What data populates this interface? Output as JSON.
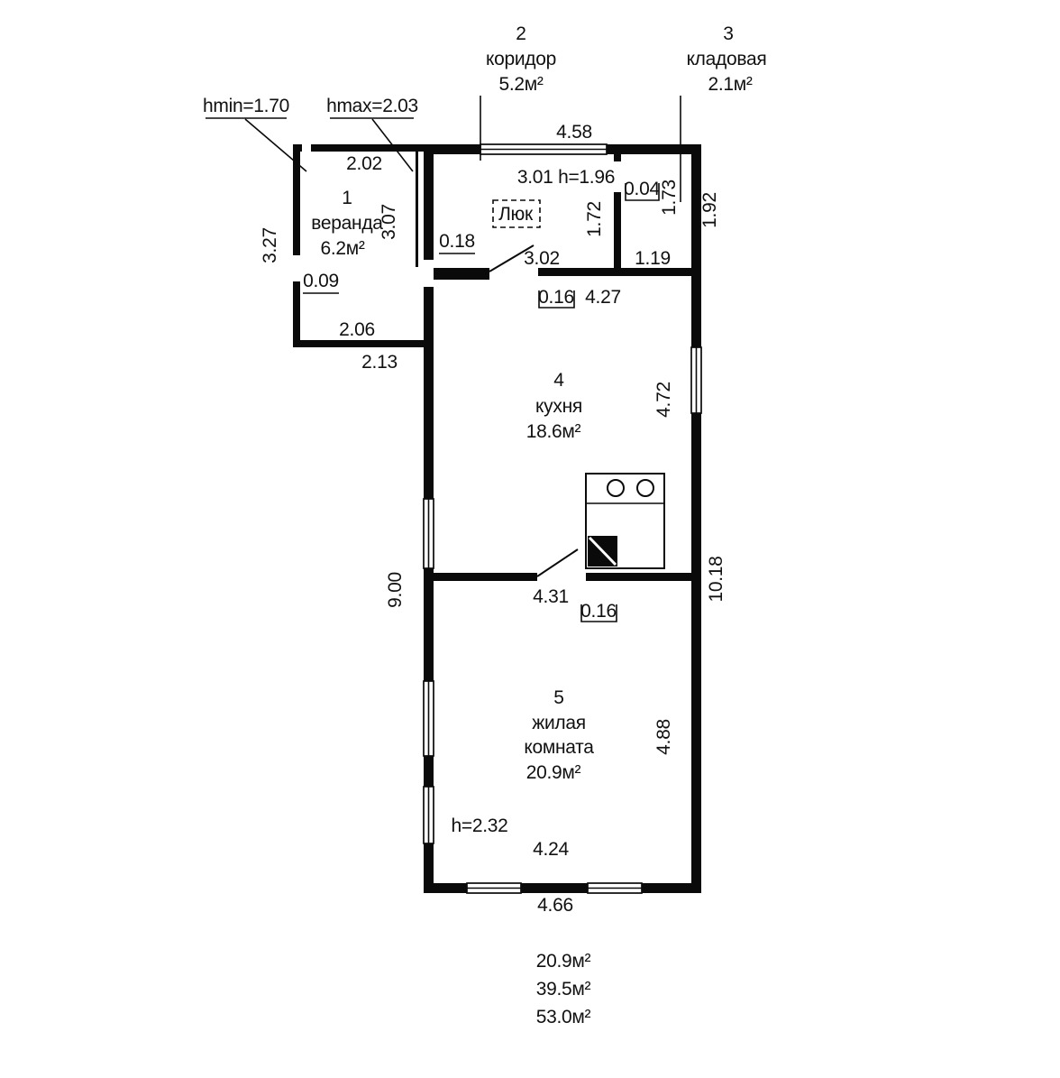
{
  "drawing": {
    "type": "floor-plan",
    "line_color": "#0a0a0a",
    "background": "#ffffff"
  },
  "rooms": {
    "veranda": {
      "num": "1",
      "name": "веранда",
      "area": "6.2м²"
    },
    "corridor": {
      "num": "2",
      "name": "коридор",
      "area": "5.2м²"
    },
    "storage": {
      "num": "3",
      "name": "кладовая",
      "area": "2.1м²"
    },
    "kitchen": {
      "num": "4",
      "name": "кухня",
      "area": "18.6м²"
    },
    "living": {
      "num": "5",
      "name_line1": "жилая",
      "name_line2": "комната",
      "area": "20.9м²"
    }
  },
  "labels": {
    "hmin": "hmin=1.70",
    "hmax": "hmax=2.03",
    "hatch": "Люк",
    "h_living": "h=2.32"
  },
  "dims": {
    "top_width": "4.58",
    "veranda_top": "2.02",
    "veranda_inner_right": "3.07",
    "veranda_left": "3.27",
    "veranda_small": "0.09",
    "veranda_bottom_in": "2.06",
    "veranda_bottom_out": "2.13",
    "door_wall": "0.18",
    "corridor_window": "3.01 h=1.96",
    "storage_offset": "0.04",
    "storage_h": "1.73",
    "right_top": "1.92",
    "divider_h": "1.72",
    "storage_door": "1.19",
    "corridor_bottom": "3.02",
    "wall_t_1": "0.16",
    "kitchen_w": "4.27",
    "kitchen_right": "4.72",
    "left_h": "9.00",
    "right_h": "10.18",
    "living_top": "4.31",
    "wall_t_2": "0.16",
    "living_right": "4.88",
    "living_bottom": "4.24",
    "bottom_out": "4.66"
  },
  "totals": [
    "20.9м²",
    "39.5м²",
    "53.0м²"
  ]
}
